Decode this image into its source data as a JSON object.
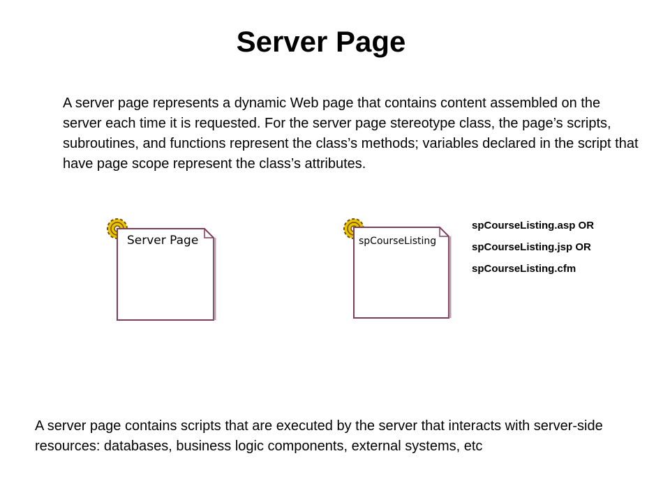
{
  "slide": {
    "title": "Server Page",
    "intro": "A server  page represents a dynamic Web page that contains content assembled on the server each time it is requested. For the server page stereotype class, the page’s scripts, subroutines, and functions represent the class’s methods; variables declared in the script that have page scope represent the class’s attributes.",
    "bottom_text": "A server page contains scripts that are executed by the server that interacts with server-side resources: databases, business logic components, external systems, etc"
  },
  "icons": {
    "generic": {
      "label": "Server Page",
      "icon": "server-page-stereotype-icon"
    },
    "example": {
      "label": "spCourseListing",
      "icon": "server-page-stereotype-icon"
    }
  },
  "file_names": [
    "spCourseListing.asp  OR",
    "spCourseListing.jsp   OR",
    "spCourseListing.cfm"
  ],
  "colors": {
    "page_border": "#7b3d5a",
    "page_fill": "#ffffff",
    "gear_fill": "#e5c400",
    "gear_stroke": "#7a4a00"
  }
}
